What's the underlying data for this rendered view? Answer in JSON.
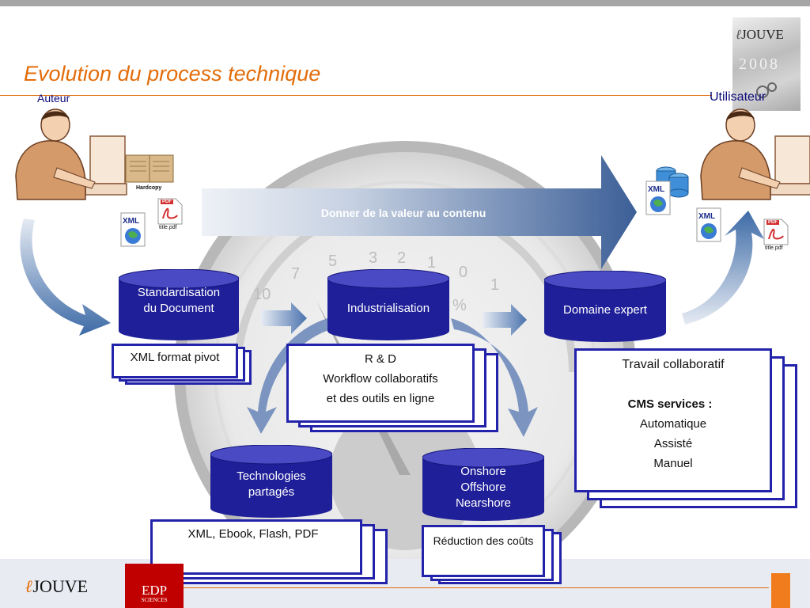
{
  "slide": {
    "title": "Evolution du process technique"
  },
  "labels": {
    "auteur": "Auteur",
    "utilisateur": "Utilisateur",
    "hardcopy": "Hardcopy",
    "pdf_file": "title.pdf",
    "pdf_tag": "PDF",
    "xml_tag": "XML",
    "banner": "Donner de la valeur au contenu"
  },
  "logos": {
    "top_brand": "JOUVE",
    "top_year": "2008",
    "bottom_brand": "JOUVE",
    "edp_line1": "EDP",
    "edp_line2": "SCIENCES"
  },
  "nodes": {
    "standardisation": [
      "Standardisation",
      "du Document"
    ],
    "industrialisation": "Industrialisation",
    "domaine": "Domaine expert",
    "technologies": [
      "Technologies",
      "partagés"
    ],
    "shore": [
      "Onshore",
      "Offshore",
      "Nearshore"
    ]
  },
  "cards": {
    "xml_pivot": "XML format pivot",
    "rd": [
      "R & D",
      "Workflow collaboratifs",
      "et des outils en ligne"
    ],
    "travail": {
      "title": "Travail collaboratif",
      "subtitle": "CMS services :",
      "items": [
        "Automatique",
        "Assisté",
        "Manuel"
      ]
    },
    "formats": "XML, Ebook, Flash, PDF",
    "reduction": "Réduction des coûts"
  },
  "colors": {
    "accent": "#e36c0a",
    "node_fill": "#1f1f99",
    "card_border": "#2222aa",
    "arrow": "#3a5f9a"
  }
}
